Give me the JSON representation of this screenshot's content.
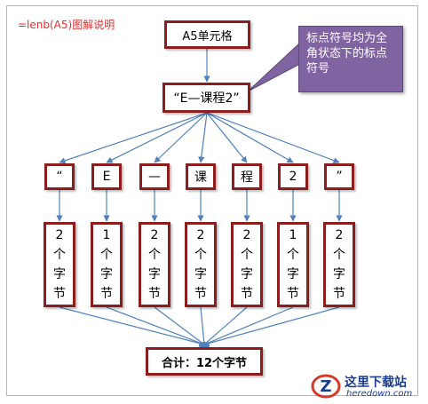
{
  "caption": "=lenb(A5)图解说明",
  "cell": "A5单元格",
  "value": "“E—课程2”",
  "note": "标点符号均为全角状态下的标点符号",
  "chars": [
    {
      "char": "“",
      "bytes": "2个字节"
    },
    {
      "char": "E",
      "bytes": "1个字节"
    },
    {
      "char": "—",
      "bytes": "2个字节"
    },
    {
      "char": "课",
      "bytes": "2个字节"
    },
    {
      "char": "程",
      "bytes": "2个字节"
    },
    {
      "char": "2",
      "bytes": "1个字节"
    },
    {
      "char": "”",
      "bytes": "2个字节"
    }
  ],
  "total": "合计：12个字节",
  "watermark": {
    "title": "这里下载站",
    "url": "heredown.com"
  },
  "colors": {
    "box_border": "#8b1d1d",
    "arrow": "#4f81bd",
    "note_fill": "#8064a2",
    "caption": "#e03030"
  }
}
